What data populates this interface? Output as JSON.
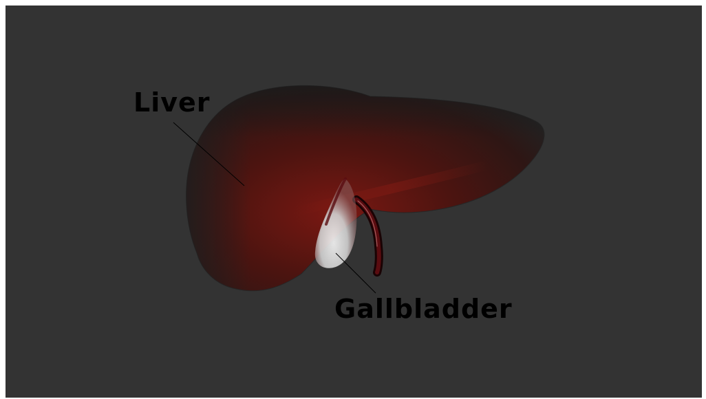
{
  "labels": {
    "liver": "Liver",
    "gallbladder": "Gallbladder"
  },
  "colors": {
    "background": "#333333",
    "liver": "#6e1410",
    "gallbladder": "#e8e8e8",
    "duct": "#3a0608",
    "label_text": "#000000"
  },
  "icons": [
    "liver-organ",
    "gallbladder-organ",
    "cystic-duct"
  ]
}
